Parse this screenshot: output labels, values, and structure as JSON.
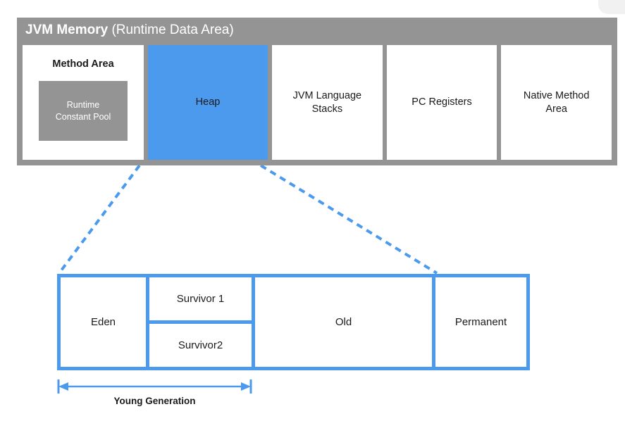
{
  "colors": {
    "blue": "#4c9aee",
    "gray": "#949494",
    "white": "#ffffff",
    "text": "#1a1a1a"
  },
  "jvm_memory": {
    "title_strong": "JVM Memory",
    "title_normal": " (Runtime Data Area)",
    "regions": [
      {
        "name": "method-area",
        "label": "Method Area",
        "inner_label": "Runtime\nConstant Pool",
        "inner_line1": "Runtime",
        "inner_line2": "Constant Pool",
        "fill": "#ffffff",
        "inner_fill": "#949494"
      },
      {
        "name": "heap",
        "label": "Heap",
        "fill": "#4c9aee"
      },
      {
        "name": "jvm-language-stacks",
        "label": "JVM Language\nStacks",
        "line1": "JVM Language",
        "line2": "Stacks",
        "fill": "#ffffff"
      },
      {
        "name": "pc-registers",
        "label": "PC Registers",
        "fill": "#ffffff"
      },
      {
        "name": "native-method-area",
        "label": "Native Method\nArea",
        "line1": "Native Method",
        "line2": "Area",
        "fill": "#ffffff"
      }
    ]
  },
  "heap_detail": {
    "regions": [
      {
        "name": "eden",
        "label": "Eden"
      },
      {
        "name": "survivor-1",
        "label": "Survivor 1"
      },
      {
        "name": "survivor-2",
        "label": "Survivor2"
      },
      {
        "name": "old",
        "label": "Old"
      },
      {
        "name": "permanent",
        "label": "Permanent"
      }
    ]
  },
  "annotation": {
    "young_generation_label": "Young Generation",
    "span_covers": [
      "Eden",
      "Survivor 1",
      "Survivor2"
    ]
  }
}
